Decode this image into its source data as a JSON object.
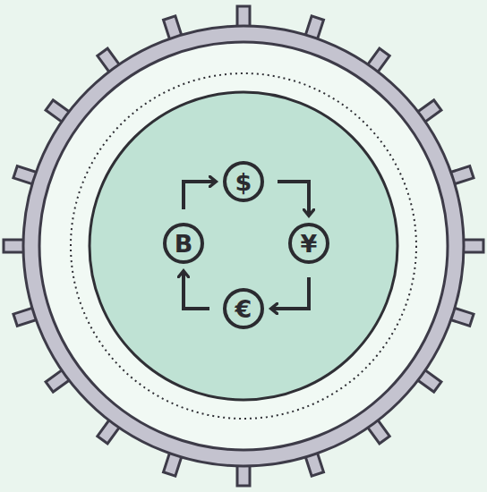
{
  "diagram": {
    "nodes": [
      {
        "text": [
          "$"
        ]
      },
      {
        "text": [
          "B"
        ]
      },
      {
        "text": [
          "¥"
        ]
      },
      {
        "text": [
          "€"
        ]
      }
    ],
    "edges": [
      {
        "from": 0,
        "to": 2,
        "arrow": "to"
      },
      {
        "from": 2,
        "to": 3,
        "arrow": "to"
      },
      {
        "from": 3,
        "to": 1,
        "arrow": "to"
      },
      {
        "from": 1,
        "to": 0,
        "arrow": "to"
      }
    ]
  }
}
